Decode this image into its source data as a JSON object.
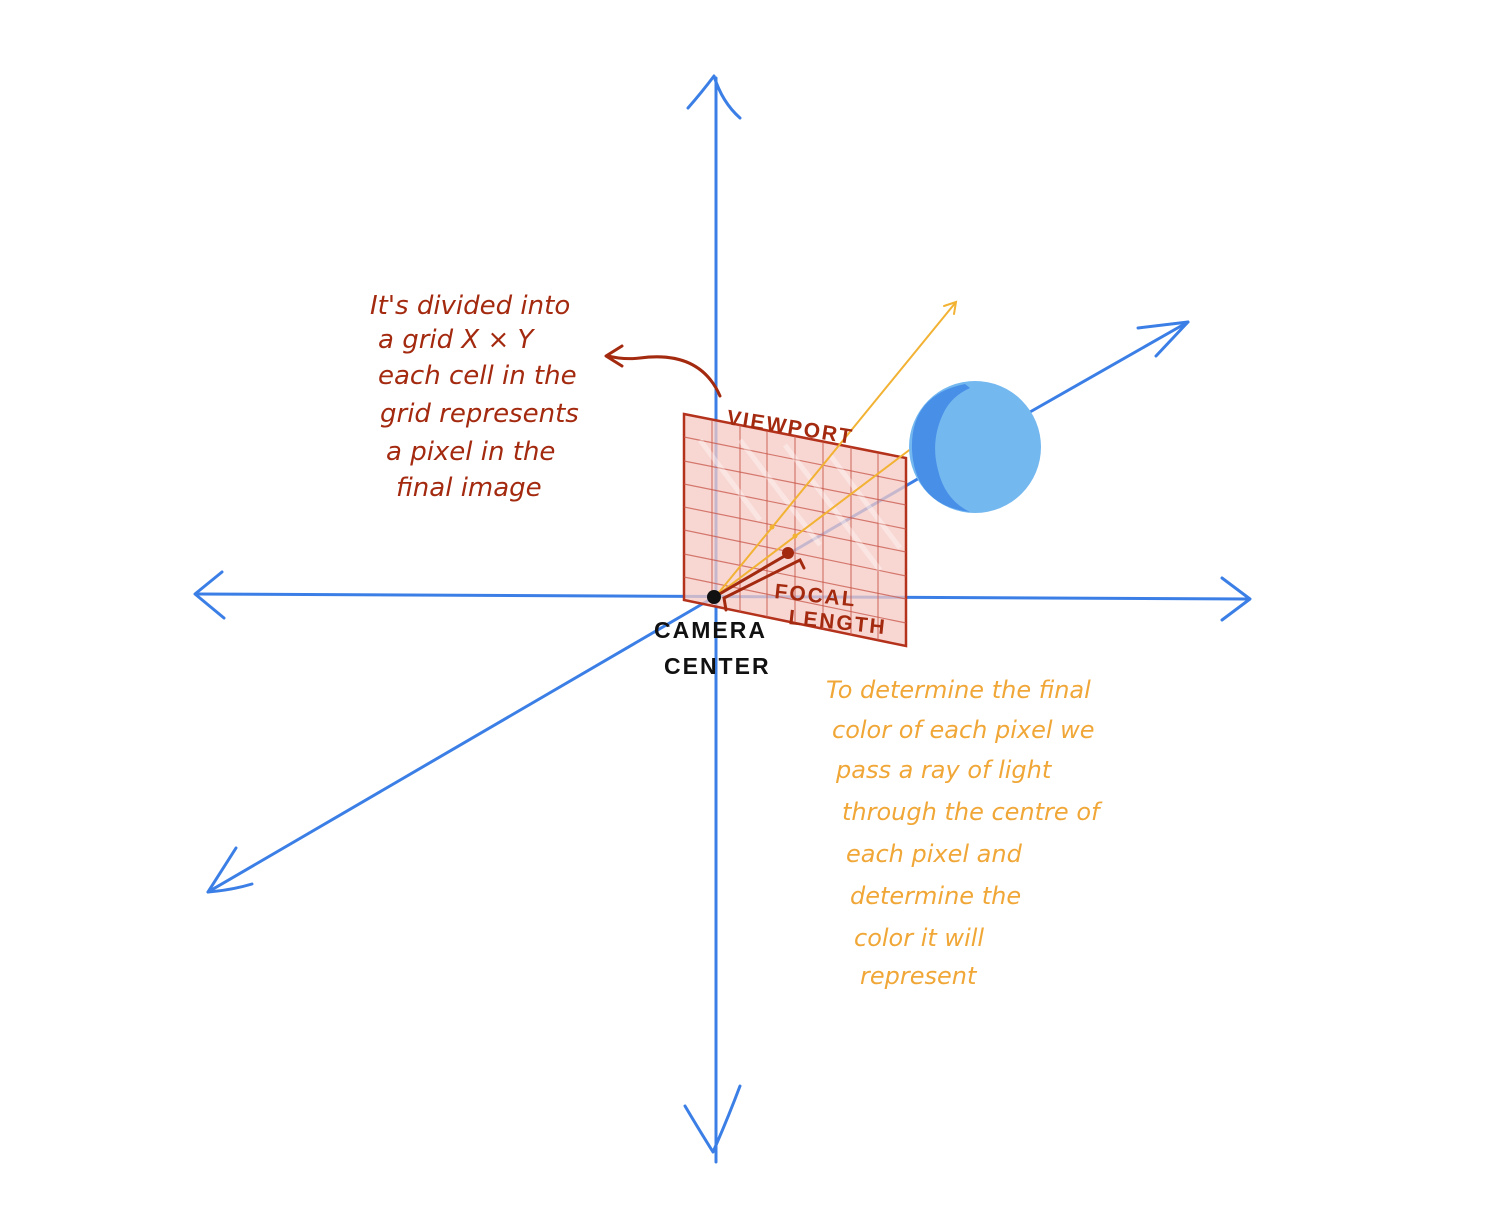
{
  "colors": {
    "axis": "#3b7fe6",
    "viewport": "#b4321c",
    "viewport_fill": "#f5c9c4",
    "ray": "#f2b233",
    "sphere": "#74b8f0",
    "sphere_shade": "#3d84e6",
    "camera": "#111111",
    "note_red": "#a3290f",
    "note_orange": "#f0a737"
  },
  "labels": {
    "viewport": "VIEWPORT",
    "focal_length": [
      "FOCAL",
      "LENGTH"
    ],
    "camera_center": [
      "CAMERA",
      "CENTER"
    ]
  },
  "notes": {
    "grid": [
      "It's divided into",
      "a grid  X × Y",
      "each cell in the",
      "grid represents",
      "a pixel in the",
      "final image"
    ],
    "ray": [
      "To determine the final",
      "color of each pixel we",
      "pass a ray of light",
      "through the centre of",
      "each pixel and",
      "determine  the",
      "color it will",
      "represent"
    ]
  }
}
